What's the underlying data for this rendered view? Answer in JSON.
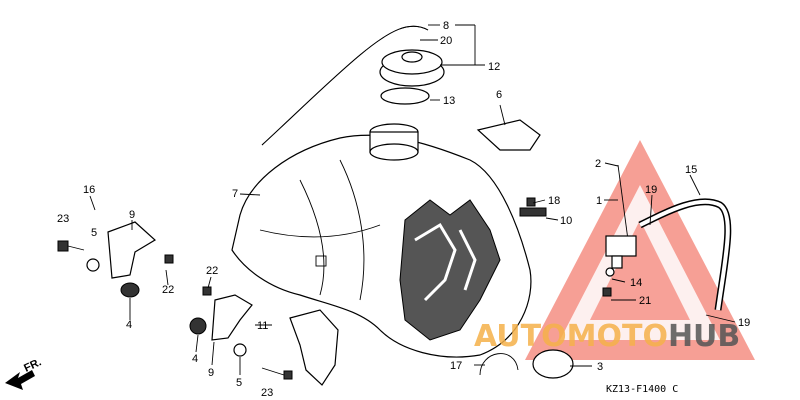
{
  "callouts": {
    "c8": "8",
    "c20": "20",
    "c12": "12",
    "c13": "13",
    "c6": "6",
    "c7": "7",
    "c2": "2",
    "c1": "1",
    "c18": "18",
    "c10": "10",
    "c19a": "19",
    "c15": "15",
    "c14": "14",
    "c21": "21",
    "c19b": "19",
    "c16": "16",
    "c9a": "9",
    "c23a": "23",
    "c5a": "5",
    "c22a": "22",
    "c4a": "4",
    "c22b": "22",
    "c11": "11",
    "c4b": "4",
    "c9b": "9",
    "c5b": "5",
    "c23b": "23",
    "c17": "17",
    "c3": "3"
  },
  "direction_label": "FR.",
  "diagram_code": "KZ13-F1400 C",
  "watermark": {
    "part1": "AUTO",
    "part2": "MOTO",
    "part3": "HUB"
  },
  "colors": {
    "watermark_red": "#f26a5a",
    "watermark_orange": "#f5b14a",
    "watermark_gray": "#555555"
  }
}
